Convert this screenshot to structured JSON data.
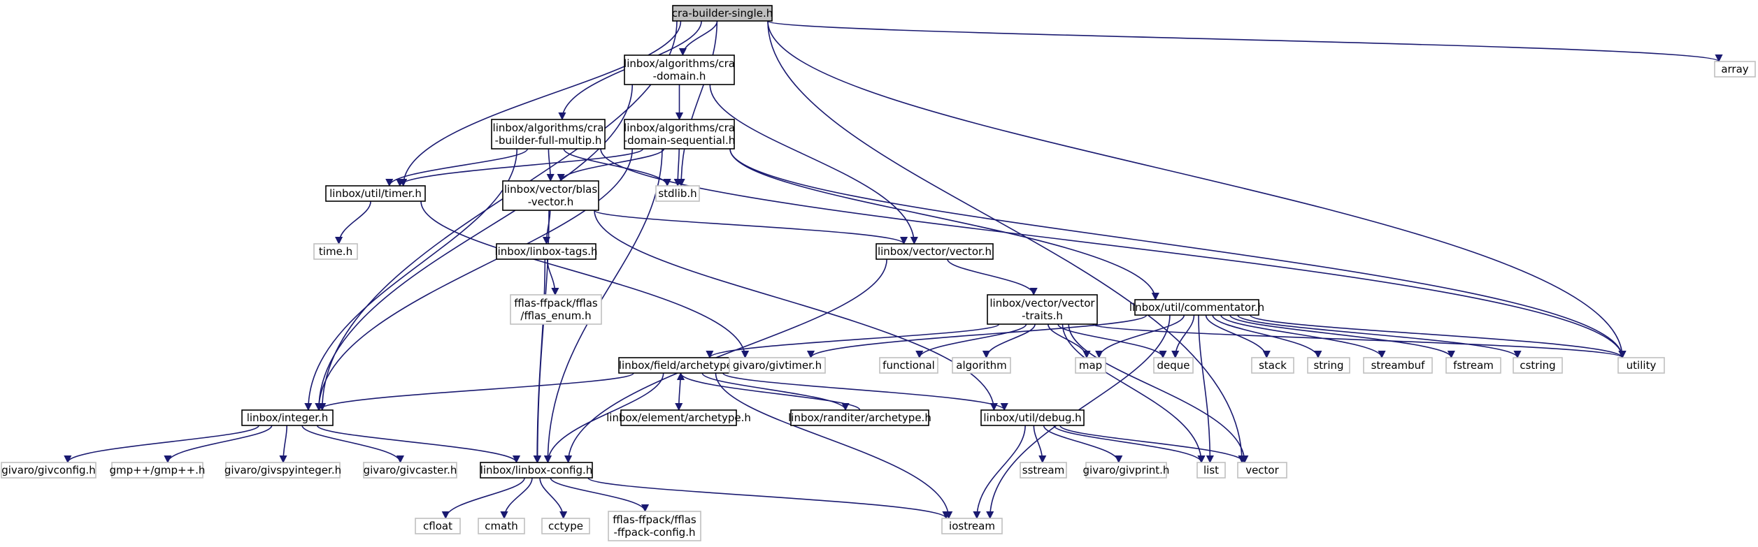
{
  "colors": {
    "edge": "#191970",
    "node_border": "#000000",
    "external_border": "#bfbfbf",
    "root_fill": "#bfbfbf",
    "node_fill": "#ffffff"
  },
  "nodes": [
    {
      "id": "root",
      "kind": "root",
      "lines": [
        "cra-builder-single.h"
      ]
    },
    {
      "id": "cradomain",
      "kind": "internal",
      "lines": [
        "linbox/algorithms/cra",
        "-domain.h"
      ]
    },
    {
      "id": "array",
      "kind": "external",
      "lines": [
        "array"
      ]
    },
    {
      "id": "fullmultip",
      "kind": "internal",
      "lines": [
        "linbox/algorithms/cra",
        "-builder-full-multip.h"
      ]
    },
    {
      "id": "domseq",
      "kind": "internal",
      "lines": [
        "linbox/algorithms/cra",
        "-domain-sequential.h"
      ]
    },
    {
      "id": "timer",
      "kind": "internal",
      "lines": [
        "linbox/util/timer.h"
      ]
    },
    {
      "id": "blasvector",
      "kind": "internal",
      "lines": [
        "linbox/vector/blas",
        "-vector.h"
      ]
    },
    {
      "id": "stdlib",
      "kind": "external",
      "lines": [
        "stdlib.h"
      ]
    },
    {
      "id": "time",
      "kind": "external",
      "lines": [
        "time.h"
      ]
    },
    {
      "id": "tags",
      "kind": "internal",
      "lines": [
        "linbox/linbox-tags.h"
      ]
    },
    {
      "id": "vectorh",
      "kind": "internal",
      "lines": [
        "linbox/vector/vector.h"
      ]
    },
    {
      "id": "fflasenum",
      "kind": "external",
      "lines": [
        "fflas-ffpack/fflas",
        "/fflas_enum.h"
      ]
    },
    {
      "id": "traits",
      "kind": "internal",
      "lines": [
        "linbox/vector/vector",
        "-traits.h"
      ]
    },
    {
      "id": "commentator",
      "kind": "internal",
      "lines": [
        "linbox/util/commentator.h"
      ]
    },
    {
      "id": "archetype",
      "kind": "internal",
      "lines": [
        "linbox/field/archetype.h"
      ]
    },
    {
      "id": "givtimer",
      "kind": "external",
      "lines": [
        "givaro/givtimer.h"
      ]
    },
    {
      "id": "functional",
      "kind": "external",
      "lines": [
        "functional"
      ]
    },
    {
      "id": "algorithm",
      "kind": "external",
      "lines": [
        "algorithm"
      ]
    },
    {
      "id": "map",
      "kind": "external",
      "lines": [
        "map"
      ]
    },
    {
      "id": "deque",
      "kind": "external",
      "lines": [
        "deque"
      ]
    },
    {
      "id": "stack",
      "kind": "external",
      "lines": [
        "stack"
      ]
    },
    {
      "id": "string",
      "kind": "external",
      "lines": [
        "string"
      ]
    },
    {
      "id": "streambuf",
      "kind": "external",
      "lines": [
        "streambuf"
      ]
    },
    {
      "id": "fstream",
      "kind": "external",
      "lines": [
        "fstream"
      ]
    },
    {
      "id": "cstring",
      "kind": "external",
      "lines": [
        "cstring"
      ]
    },
    {
      "id": "utility",
      "kind": "external",
      "lines": [
        "utility"
      ]
    },
    {
      "id": "integer",
      "kind": "internal",
      "lines": [
        "linbox/integer.h"
      ]
    },
    {
      "id": "element",
      "kind": "internal",
      "lines": [
        "linbox/element/archetype.h"
      ]
    },
    {
      "id": "randiter",
      "kind": "internal",
      "lines": [
        "linbox/randiter/archetype.h"
      ]
    },
    {
      "id": "debug",
      "kind": "internal",
      "lines": [
        "linbox/util/debug.h"
      ]
    },
    {
      "id": "givconfig",
      "kind": "external",
      "lines": [
        "givaro/givconfig.h"
      ]
    },
    {
      "id": "gmpxx",
      "kind": "external",
      "lines": [
        "gmp++/gmp++.h"
      ]
    },
    {
      "id": "givspy",
      "kind": "external",
      "lines": [
        "givaro/givspyinteger.h"
      ]
    },
    {
      "id": "givcaster",
      "kind": "external",
      "lines": [
        "givaro/givcaster.h"
      ]
    },
    {
      "id": "config",
      "kind": "internal",
      "lines": [
        "linbox/linbox-config.h"
      ]
    },
    {
      "id": "sstream",
      "kind": "external",
      "lines": [
        "sstream"
      ]
    },
    {
      "id": "givprint",
      "kind": "external",
      "lines": [
        "givaro/givprint.h"
      ]
    },
    {
      "id": "list",
      "kind": "external",
      "lines": [
        "list"
      ]
    },
    {
      "id": "vector",
      "kind": "external",
      "lines": [
        "vector"
      ]
    },
    {
      "id": "cfloat",
      "kind": "external",
      "lines": [
        "cfloat"
      ]
    },
    {
      "id": "cmath",
      "kind": "external",
      "lines": [
        "cmath"
      ]
    },
    {
      "id": "cctype",
      "kind": "external",
      "lines": [
        "cctype"
      ]
    },
    {
      "id": "ffpackconfig",
      "kind": "external",
      "lines": [
        "fflas-ffpack/fflas",
        "-ffpack-config.h"
      ]
    },
    {
      "id": "iostream",
      "kind": "external",
      "lines": [
        "iostream"
      ]
    }
  ],
  "edges": [
    [
      "root",
      "cradomain"
    ],
    [
      "root",
      "array"
    ],
    [
      "root",
      "fullmultip"
    ],
    [
      "root",
      "timer"
    ],
    [
      "root",
      "stdlib"
    ],
    [
      "root",
      "integer"
    ],
    [
      "root",
      "utility"
    ],
    [
      "root",
      "vector"
    ],
    [
      "cradomain",
      "domseq"
    ],
    [
      "cradomain",
      "vectorh"
    ],
    [
      "cradomain",
      "integer"
    ],
    [
      "fullmultip",
      "timer"
    ],
    [
      "fullmultip",
      "blasvector"
    ],
    [
      "fullmultip",
      "stdlib"
    ],
    [
      "fullmultip",
      "integer"
    ],
    [
      "fullmultip",
      "utility"
    ],
    [
      "domseq",
      "timer"
    ],
    [
      "domseq",
      "blasvector"
    ],
    [
      "domseq",
      "stdlib"
    ],
    [
      "domseq",
      "integer"
    ],
    [
      "domseq",
      "config"
    ],
    [
      "domseq",
      "commentator"
    ],
    [
      "domseq",
      "utility"
    ],
    [
      "timer",
      "time"
    ],
    [
      "timer",
      "givtimer"
    ],
    [
      "blasvector",
      "tags"
    ],
    [
      "blasvector",
      "vectorh"
    ],
    [
      "blasvector",
      "config"
    ],
    [
      "blasvector",
      "debug"
    ],
    [
      "tags",
      "fflasenum"
    ],
    [
      "tags",
      "config"
    ],
    [
      "vectorh",
      "traits"
    ],
    [
      "vectorh",
      "config"
    ],
    [
      "traits",
      "archetype"
    ],
    [
      "traits",
      "functional"
    ],
    [
      "traits",
      "algorithm"
    ],
    [
      "traits",
      "map"
    ],
    [
      "traits",
      "deque"
    ],
    [
      "traits",
      "list"
    ],
    [
      "traits",
      "vector"
    ],
    [
      "traits",
      "utility"
    ],
    [
      "commentator",
      "givtimer"
    ],
    [
      "commentator",
      "map"
    ],
    [
      "commentator",
      "deque"
    ],
    [
      "commentator",
      "stack"
    ],
    [
      "commentator",
      "string"
    ],
    [
      "commentator",
      "streambuf"
    ],
    [
      "commentator",
      "fstream"
    ],
    [
      "commentator",
      "cstring"
    ],
    [
      "commentator",
      "list"
    ],
    [
      "commentator",
      "iostream"
    ],
    [
      "commentator",
      "utility"
    ],
    [
      "archetype",
      "integer"
    ],
    [
      "archetype",
      "config"
    ],
    [
      "archetype",
      "element"
    ],
    [
      "archetype",
      "randiter"
    ],
    [
      "archetype",
      "debug"
    ],
    [
      "archetype",
      "iostream"
    ],
    [
      "randiter",
      "archetype"
    ],
    [
      "integer",
      "givconfig"
    ],
    [
      "integer",
      "gmpxx"
    ],
    [
      "integer",
      "givspy"
    ],
    [
      "integer",
      "givcaster"
    ],
    [
      "integer",
      "config"
    ],
    [
      "debug",
      "sstream"
    ],
    [
      "debug",
      "givprint"
    ],
    [
      "debug",
      "list"
    ],
    [
      "debug",
      "vector"
    ],
    [
      "debug",
      "iostream"
    ],
    [
      "config",
      "cfloat"
    ],
    [
      "config",
      "cmath"
    ],
    [
      "config",
      "cctype"
    ],
    [
      "config",
      "ffpackconfig"
    ],
    [
      "config",
      "iostream"
    ]
  ]
}
